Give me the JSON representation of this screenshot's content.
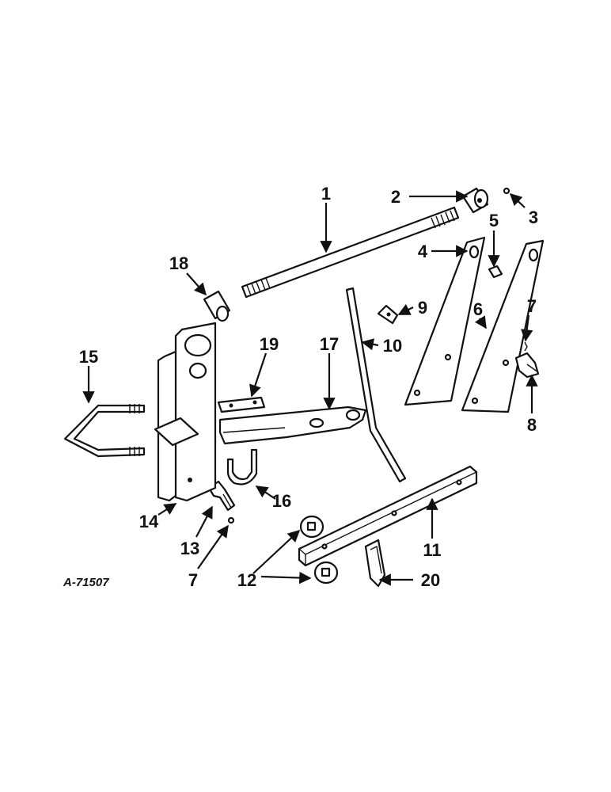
{
  "figure": {
    "id": "A-71507"
  },
  "callouts": [
    {
      "key": "c1",
      "label": "1"
    },
    {
      "key": "c2",
      "label": "2"
    },
    {
      "key": "c3",
      "label": "3"
    },
    {
      "key": "c4",
      "label": "4"
    },
    {
      "key": "c5",
      "label": "5"
    },
    {
      "key": "c6",
      "label": "6"
    },
    {
      "key": "c7a",
      "label": "7"
    },
    {
      "key": "c7b",
      "label": "7"
    },
    {
      "key": "c8",
      "label": "8"
    },
    {
      "key": "c9",
      "label": "9"
    },
    {
      "key": "c10",
      "label": "10"
    },
    {
      "key": "c11",
      "label": "11"
    },
    {
      "key": "c12",
      "label": "12"
    },
    {
      "key": "c13",
      "label": "13"
    },
    {
      "key": "c14",
      "label": "14"
    },
    {
      "key": "c15",
      "label": "15"
    },
    {
      "key": "c16",
      "label": "16"
    },
    {
      "key": "c17",
      "label": "17"
    },
    {
      "key": "c18",
      "label": "18"
    },
    {
      "key": "c19",
      "label": "19"
    },
    {
      "key": "c20",
      "label": "20"
    }
  ]
}
